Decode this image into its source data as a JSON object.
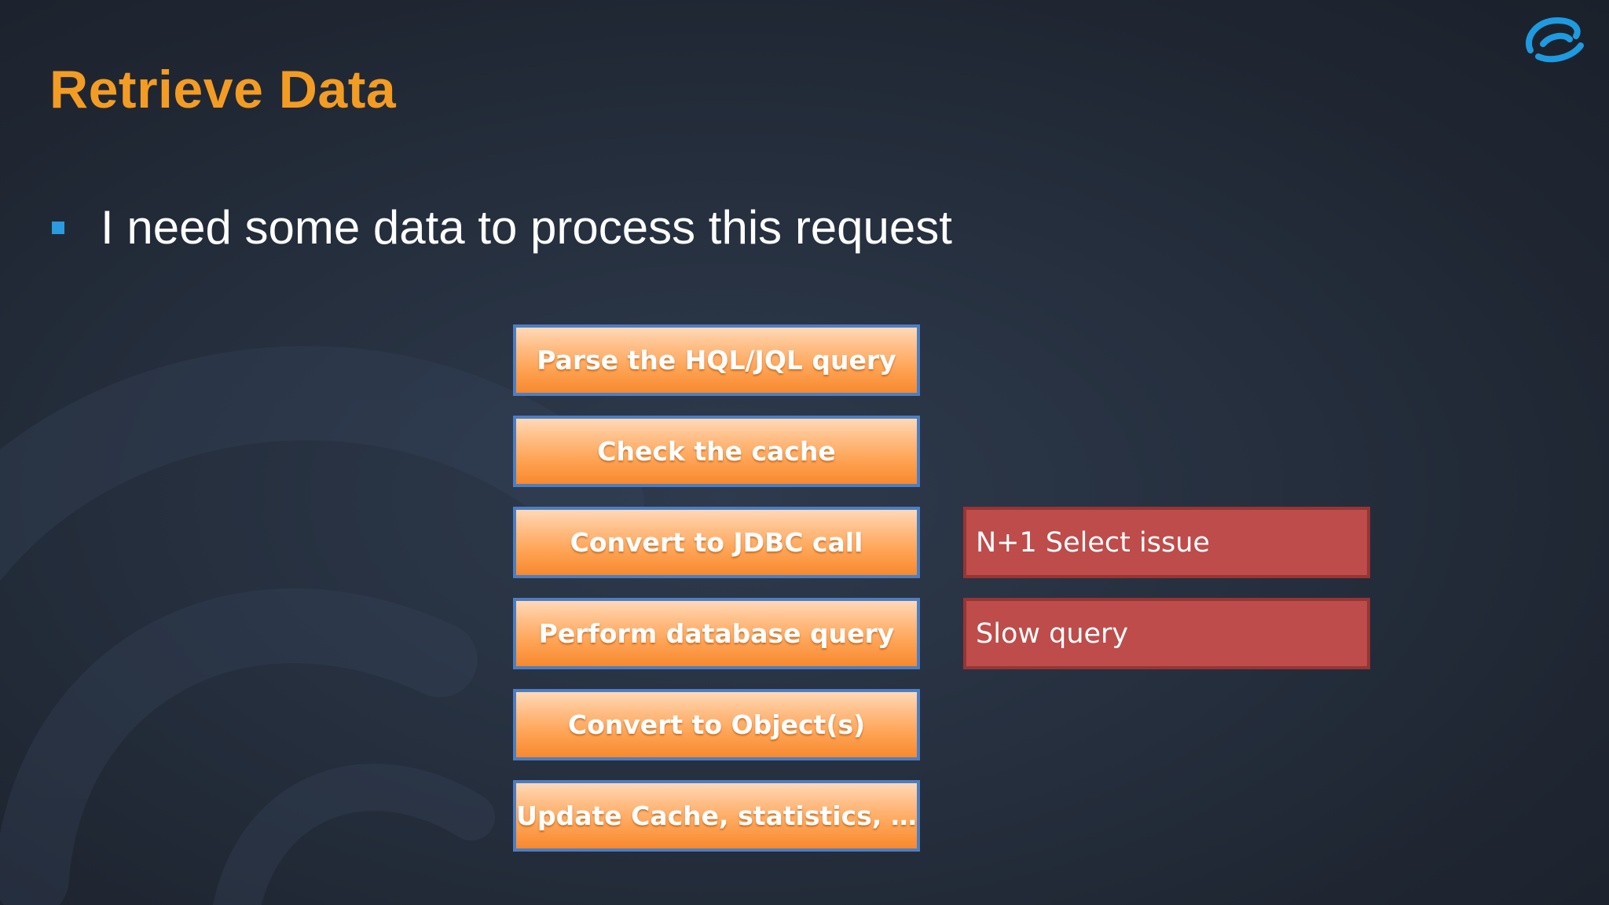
{
  "slide": {
    "title": "Retrieve Data",
    "bullet": "I need some data to process this request"
  },
  "steps": [
    {
      "label": "Parse the HQL/JQL query"
    },
    {
      "label": "Check the cache"
    },
    {
      "label": "Convert to JDBC call"
    },
    {
      "label": "Perform database query"
    },
    {
      "label": "Convert to Object(s)"
    },
    {
      "label": "Update Cache, statistics, …"
    }
  ],
  "issues": [
    {
      "label": "N+1 Select issue"
    },
    {
      "label": "Slow query"
    }
  ],
  "colors": {
    "title": "#f39c24",
    "bullet_marker": "#2a9be0",
    "step_fill": "#ffa456",
    "step_border": "#4c7ec2",
    "issue_fill": "#bd4c4a",
    "logo": "#1e9be0"
  },
  "icons": {
    "logo": "swirl-logo-icon",
    "bullet": "square-bullet-icon"
  }
}
